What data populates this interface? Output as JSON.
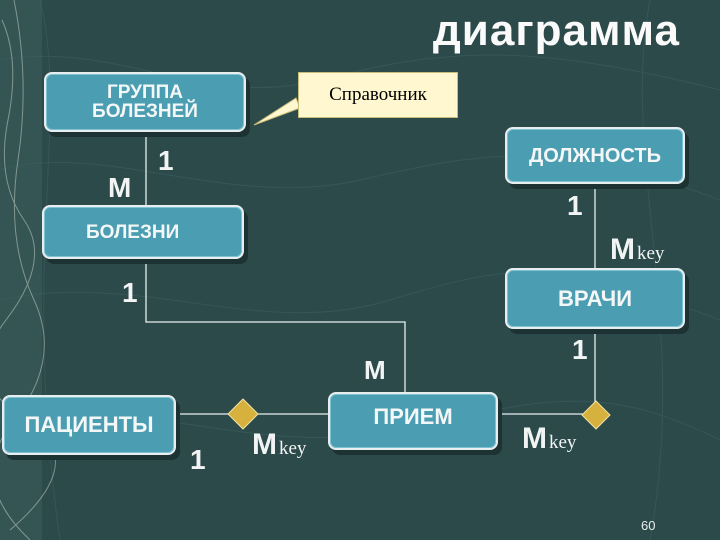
{
  "title": "диаграмма",
  "callout": "Справочник",
  "entities": {
    "group": "ГРУППА\nБОЛЕЗНЕЙ",
    "position": "ДОЛЖНОСТЬ",
    "diseases": "БОЛЕЗНИ",
    "doctors": "ВРАЧИ",
    "patients": "ПАЦИЕНТЫ",
    "visit": "ПРИЕМ"
  },
  "labels": {
    "group_m": "М",
    "diseases_1_top": "1",
    "position_1": "1",
    "doctors_m": "М",
    "doctors_m_key": "key",
    "diseases_1_bottom": "1",
    "visit_m": "М",
    "doctors_1": "1",
    "patients_1": "1",
    "visit_m_left": "М",
    "visit_m_left_key": "key",
    "visit_m_right": "М",
    "visit_m_right_key": "key"
  },
  "page_number": "60"
}
